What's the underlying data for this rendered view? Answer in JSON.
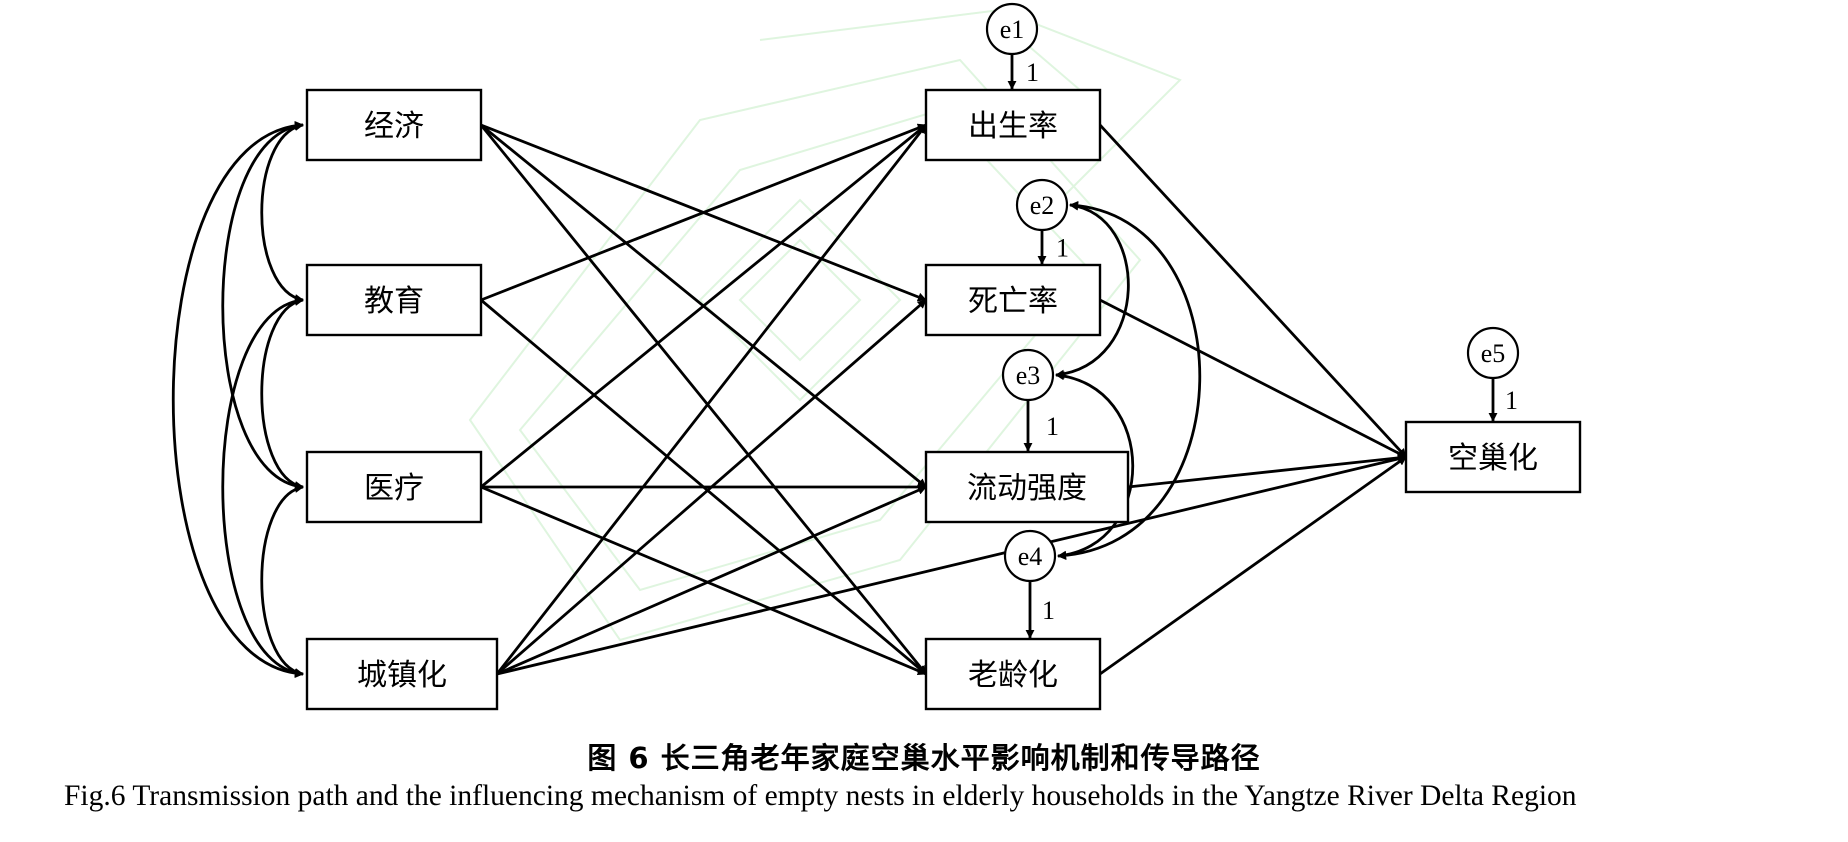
{
  "diagram": {
    "type": "structural-equation-path-diagram",
    "exogenous": [
      {
        "id": "econ",
        "label": "经济"
      },
      {
        "id": "edu",
        "label": "教育"
      },
      {
        "id": "med",
        "label": "医疗"
      },
      {
        "id": "urban",
        "label": "城镇化"
      }
    ],
    "mediators": [
      {
        "id": "birth",
        "label": "出生率",
        "error": "e1"
      },
      {
        "id": "death",
        "label": "死亡率",
        "error": "e2"
      },
      {
        "id": "flow",
        "label": "流动强度",
        "error": "e3"
      },
      {
        "id": "aging",
        "label": "老龄化",
        "error": "e4"
      }
    ],
    "outcome": {
      "id": "empty",
      "label": "空巢化",
      "error": "e5"
    },
    "error_loading_label": "1",
    "paths": [
      [
        "econ",
        "death"
      ],
      [
        "econ",
        "flow"
      ],
      [
        "econ",
        "aging"
      ],
      [
        "edu",
        "birth"
      ],
      [
        "edu",
        "aging"
      ],
      [
        "med",
        "birth"
      ],
      [
        "med",
        "flow"
      ],
      [
        "med",
        "aging"
      ],
      [
        "urban",
        "birth"
      ],
      [
        "urban",
        "death"
      ],
      [
        "urban",
        "flow"
      ],
      [
        "urban",
        "empty"
      ],
      [
        "birth",
        "empty"
      ],
      [
        "death",
        "empty"
      ],
      [
        "flow",
        "empty"
      ],
      [
        "aging",
        "empty"
      ]
    ],
    "covariances": [
      [
        "econ",
        "edu"
      ],
      [
        "econ",
        "med"
      ],
      [
        "econ",
        "urban"
      ],
      [
        "edu",
        "med"
      ],
      [
        "edu",
        "urban"
      ],
      [
        "med",
        "urban"
      ],
      [
        "e2",
        "e3"
      ],
      [
        "e2",
        "e4"
      ],
      [
        "e3",
        "e4"
      ]
    ]
  },
  "caption": {
    "zh": "图 6  长三角老年家庭空巢水平影响机制和传导路径",
    "en": "Fig.6 Transmission path and the influencing mechanism of empty nests in elderly households in the Yangtze River Delta Region"
  }
}
